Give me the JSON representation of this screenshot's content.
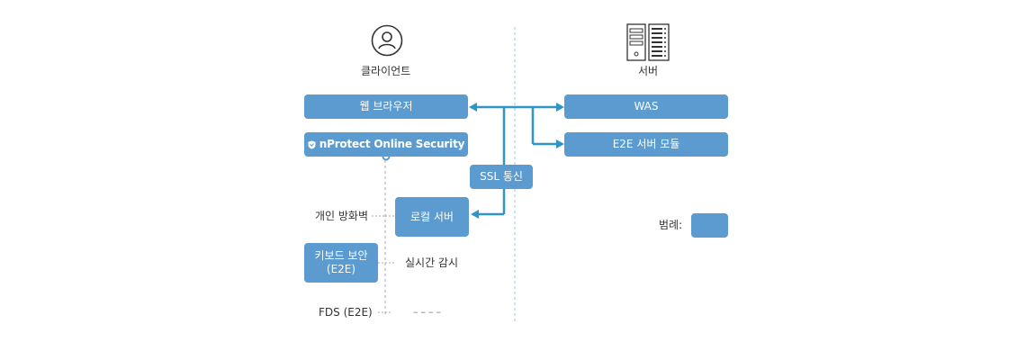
{
  "client": {
    "title": "클라이언트",
    "icon": "user-icon"
  },
  "server": {
    "title": "서버",
    "icon": "server-icon"
  },
  "boxes": {
    "web_browser": "웹 브라우저",
    "nprotect": "nProtect Online Security",
    "ssl": "SSL 통신",
    "local_server": "로컬 서버",
    "keyboard_security": "키보드 보안",
    "keyboard_security_sub": "(E2E)",
    "was": "WAS",
    "e2e_module": "E2E 서버 모듈"
  },
  "labels": {
    "firewall": "개인 방화벽",
    "realtime": "실시간 감시",
    "fds": "FDS (E2E)",
    "fds_dash": "––––",
    "legend": "범례:"
  },
  "colors": {
    "box": "#5b9bd0",
    "wire": "#2f95c7",
    "guide": "#9dc4e6"
  }
}
